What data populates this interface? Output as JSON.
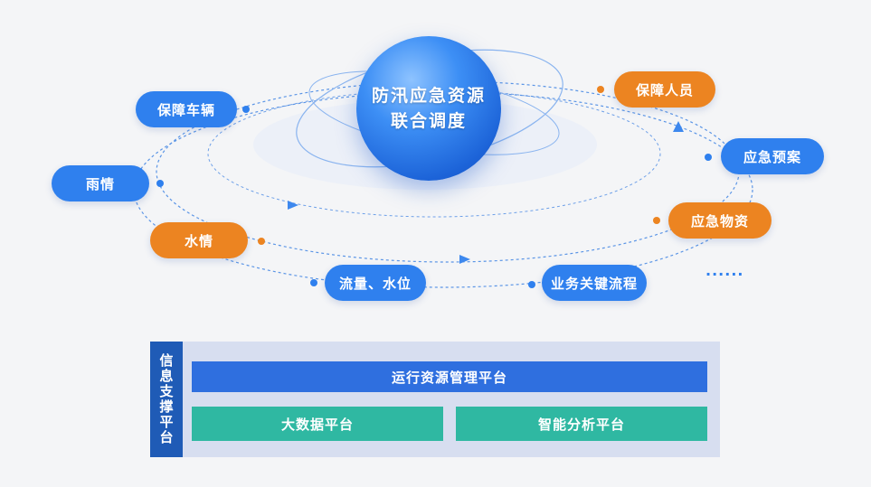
{
  "center": {
    "line1": "防汛应急资源",
    "line2": "联合调度"
  },
  "nodes": {
    "vehicles": "保障车辆",
    "rain": "雨情",
    "water": "水情",
    "flow": "流量、水位",
    "process": "业务关键流程",
    "personnel": "保障人员",
    "plan": "应急预案",
    "materials": "应急物资"
  },
  "more": "······",
  "support": {
    "title": "信息支撑平台",
    "top": "运行资源管理平台",
    "left": "大数据平台",
    "right": "智能分析平台"
  },
  "colors": {
    "blue": "#2f80ee",
    "orange": "#ec8421",
    "teal": "#2fb8a2",
    "navy": "#1f5bb6"
  }
}
